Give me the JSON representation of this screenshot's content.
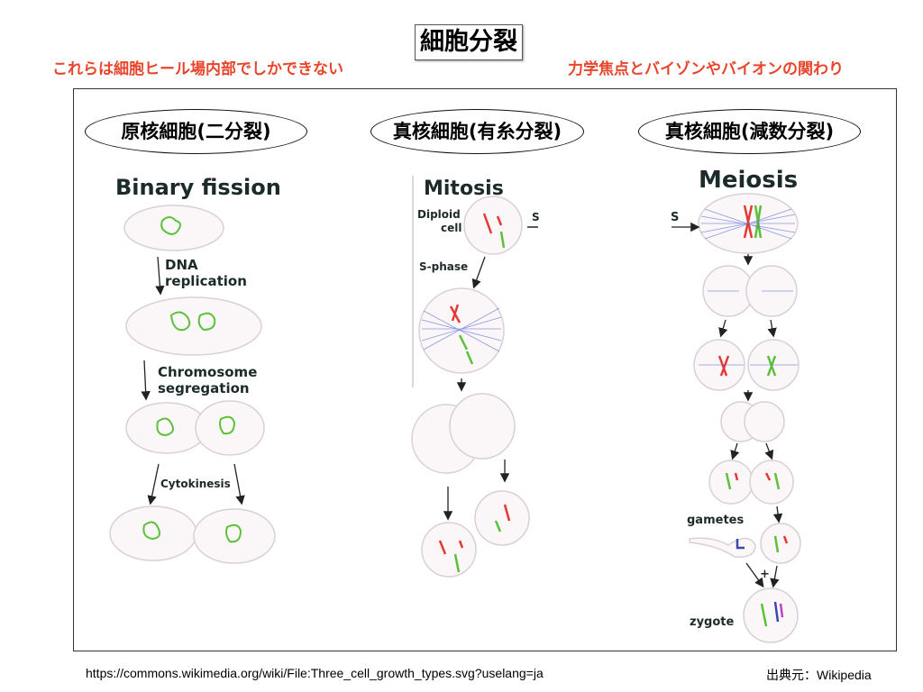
{
  "title": "細胞分裂",
  "left_note": "これらは細胞ヒール場内部でしかできない",
  "right_note": "力学焦点とバイゾンやバイオンの関わり",
  "columns": [
    {
      "heading": "原核細胞(二分裂)",
      "diagram_title": "Binary fission",
      "labels": [
        "DNA",
        "replication",
        "Chromosome",
        "segregation",
        "Cytokinesis"
      ]
    },
    {
      "heading": "真核細胞(有糸分裂)",
      "diagram_title": "Mitosis",
      "labels": [
        "Diploid",
        "cell",
        "S-phase",
        "S"
      ]
    },
    {
      "heading": "真核細胞(減数分裂)",
      "diagram_title": "Meiosis",
      "labels": [
        "S",
        "gametes",
        "zygote",
        "+"
      ]
    }
  ],
  "footer": {
    "url": "https://commons.wikimedia.org/wiki/File:Three_cell_growth_types.svg?uselang=ja",
    "source": "出典元：Wikipedia"
  },
  "colors": {
    "accent": "#e8452c",
    "chromosome_red": "#e53935",
    "chromosome_green": "#5cc13a",
    "spindle": "#5a6fd8"
  }
}
